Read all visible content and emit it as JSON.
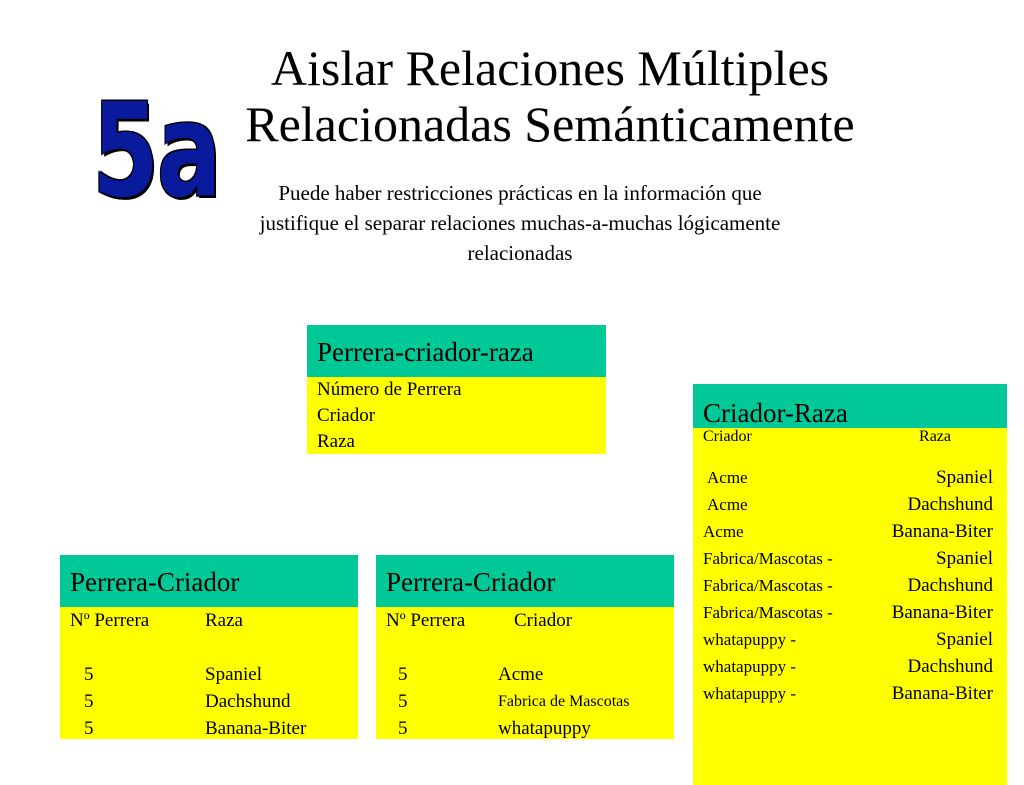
{
  "slide": {
    "badge": "5a",
    "title_line1": "Aislar Relaciones Múltiples",
    "title_line2": "Relacionadas Semánticamente",
    "subtitle_line1": "Puede haber restricciones prácticas en la información que",
    "subtitle_line2": "justifique el separar relaciones muchas-a-muchas lógicamente",
    "subtitle_line3": "relacionadas"
  },
  "colors": {
    "header_bg": "#00c896",
    "body_bg": "#ffff00",
    "badge_fill": "#0a1a9c"
  },
  "tables": {
    "perrera_criador_raza": {
      "title": "Perrera-criador-raza",
      "fields": [
        "Número de Perrera",
        "Criador",
        "Raza"
      ]
    },
    "perrera_criador_raza_left": {
      "title": "Perrera-Criador",
      "col1_header": "Nº Perrera",
      "col2_header": "Raza",
      "rows": [
        {
          "a": "5",
          "b": "Spaniel"
        },
        {
          "a": "5",
          "b": "Dachshund"
        },
        {
          "a": "5",
          "b": "Banana-Biter"
        }
      ]
    },
    "perrera_criador_right": {
      "title": "Perrera-Criador",
      "col1_header": "Nº Perrera",
      "col2_header": "Criador",
      "rows": [
        {
          "a": "5",
          "b": "Acme"
        },
        {
          "a": "5",
          "b": "Fabrica de Mascotas"
        },
        {
          "a": "5",
          "b": "whatapuppy"
        }
      ]
    },
    "criador_raza": {
      "title": "Criador-Raza",
      "col1_header": "Criador",
      "col2_header": "Raza",
      "rows": [
        {
          "a": "Acme",
          "b": "Spaniel"
        },
        {
          "a": "Acme",
          "b": "Dachshund"
        },
        {
          "a": "Acme",
          "b": "Banana-Biter"
        },
        {
          "a": "Fabrica/Mascotas  -",
          "b": "Spaniel"
        },
        {
          "a": "Fabrica/Mascotas -",
          "b": "Dachshund"
        },
        {
          "a": "Fabrica/Mascotas -",
          "b": "Banana-Biter"
        },
        {
          "a": "whatapuppy  -",
          "b": "Spaniel"
        },
        {
          "a": "whatapuppy  -",
          "b": "Dachshund"
        },
        {
          "a": "whatapuppy -",
          "b": "Banana-Biter"
        }
      ]
    }
  }
}
